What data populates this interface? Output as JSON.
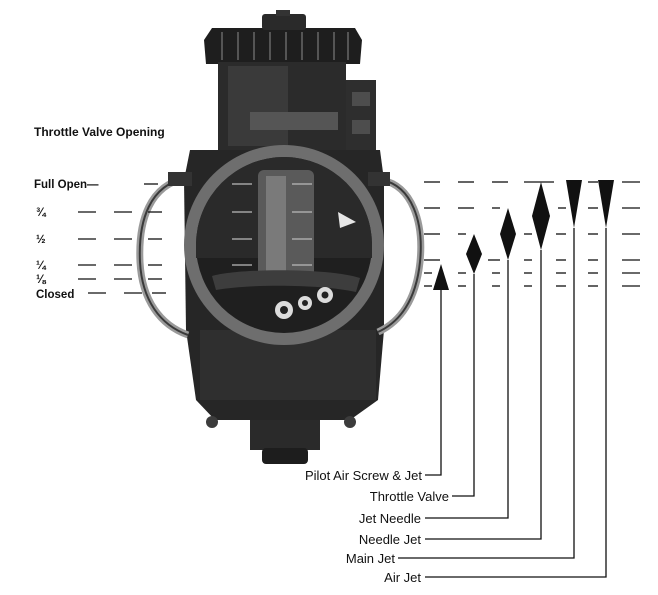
{
  "diagram": {
    "heading": "Throttle Valve Opening",
    "levels": [
      {
        "id": "full",
        "label": "Full Open—"
      },
      {
        "id": "three_quarter",
        "label": "¾"
      },
      {
        "id": "half",
        "label": "½"
      },
      {
        "id": "quarter",
        "label": "¼"
      },
      {
        "id": "eighth",
        "label": "⅛"
      },
      {
        "id": "closed",
        "label": "Closed"
      }
    ],
    "components": [
      {
        "id": "pilot",
        "label": "Pilot Air Screw & Jet",
        "active_from": "closed",
        "active_to": "quarter",
        "marker": "triangle-up"
      },
      {
        "id": "throttle_valve",
        "label": "Throttle Valve",
        "active_from": "eighth",
        "active_to": "half",
        "marker": "diamond"
      },
      {
        "id": "jet_needle",
        "label": "Jet Needle",
        "active_from": "quarter",
        "active_to": "three_quarter",
        "marker": "diamond"
      },
      {
        "id": "needle_jet",
        "label": "Needle Jet",
        "active_from": "quarter",
        "active_to": "full",
        "marker": "diamond"
      },
      {
        "id": "main_jet",
        "label": "Main Jet",
        "active_from": "half",
        "active_to": "full",
        "marker": "triangle-down"
      },
      {
        "id": "air_jet",
        "label": "Air Jet",
        "active_from": "half",
        "active_to": "full",
        "marker": "triangle-down"
      }
    ],
    "colors": {
      "ink": "#111111",
      "body_dark": "#262626",
      "body_mid": "#4a4a4a",
      "bore_light": "#8a8a8a",
      "paper": "#ffffff"
    }
  }
}
